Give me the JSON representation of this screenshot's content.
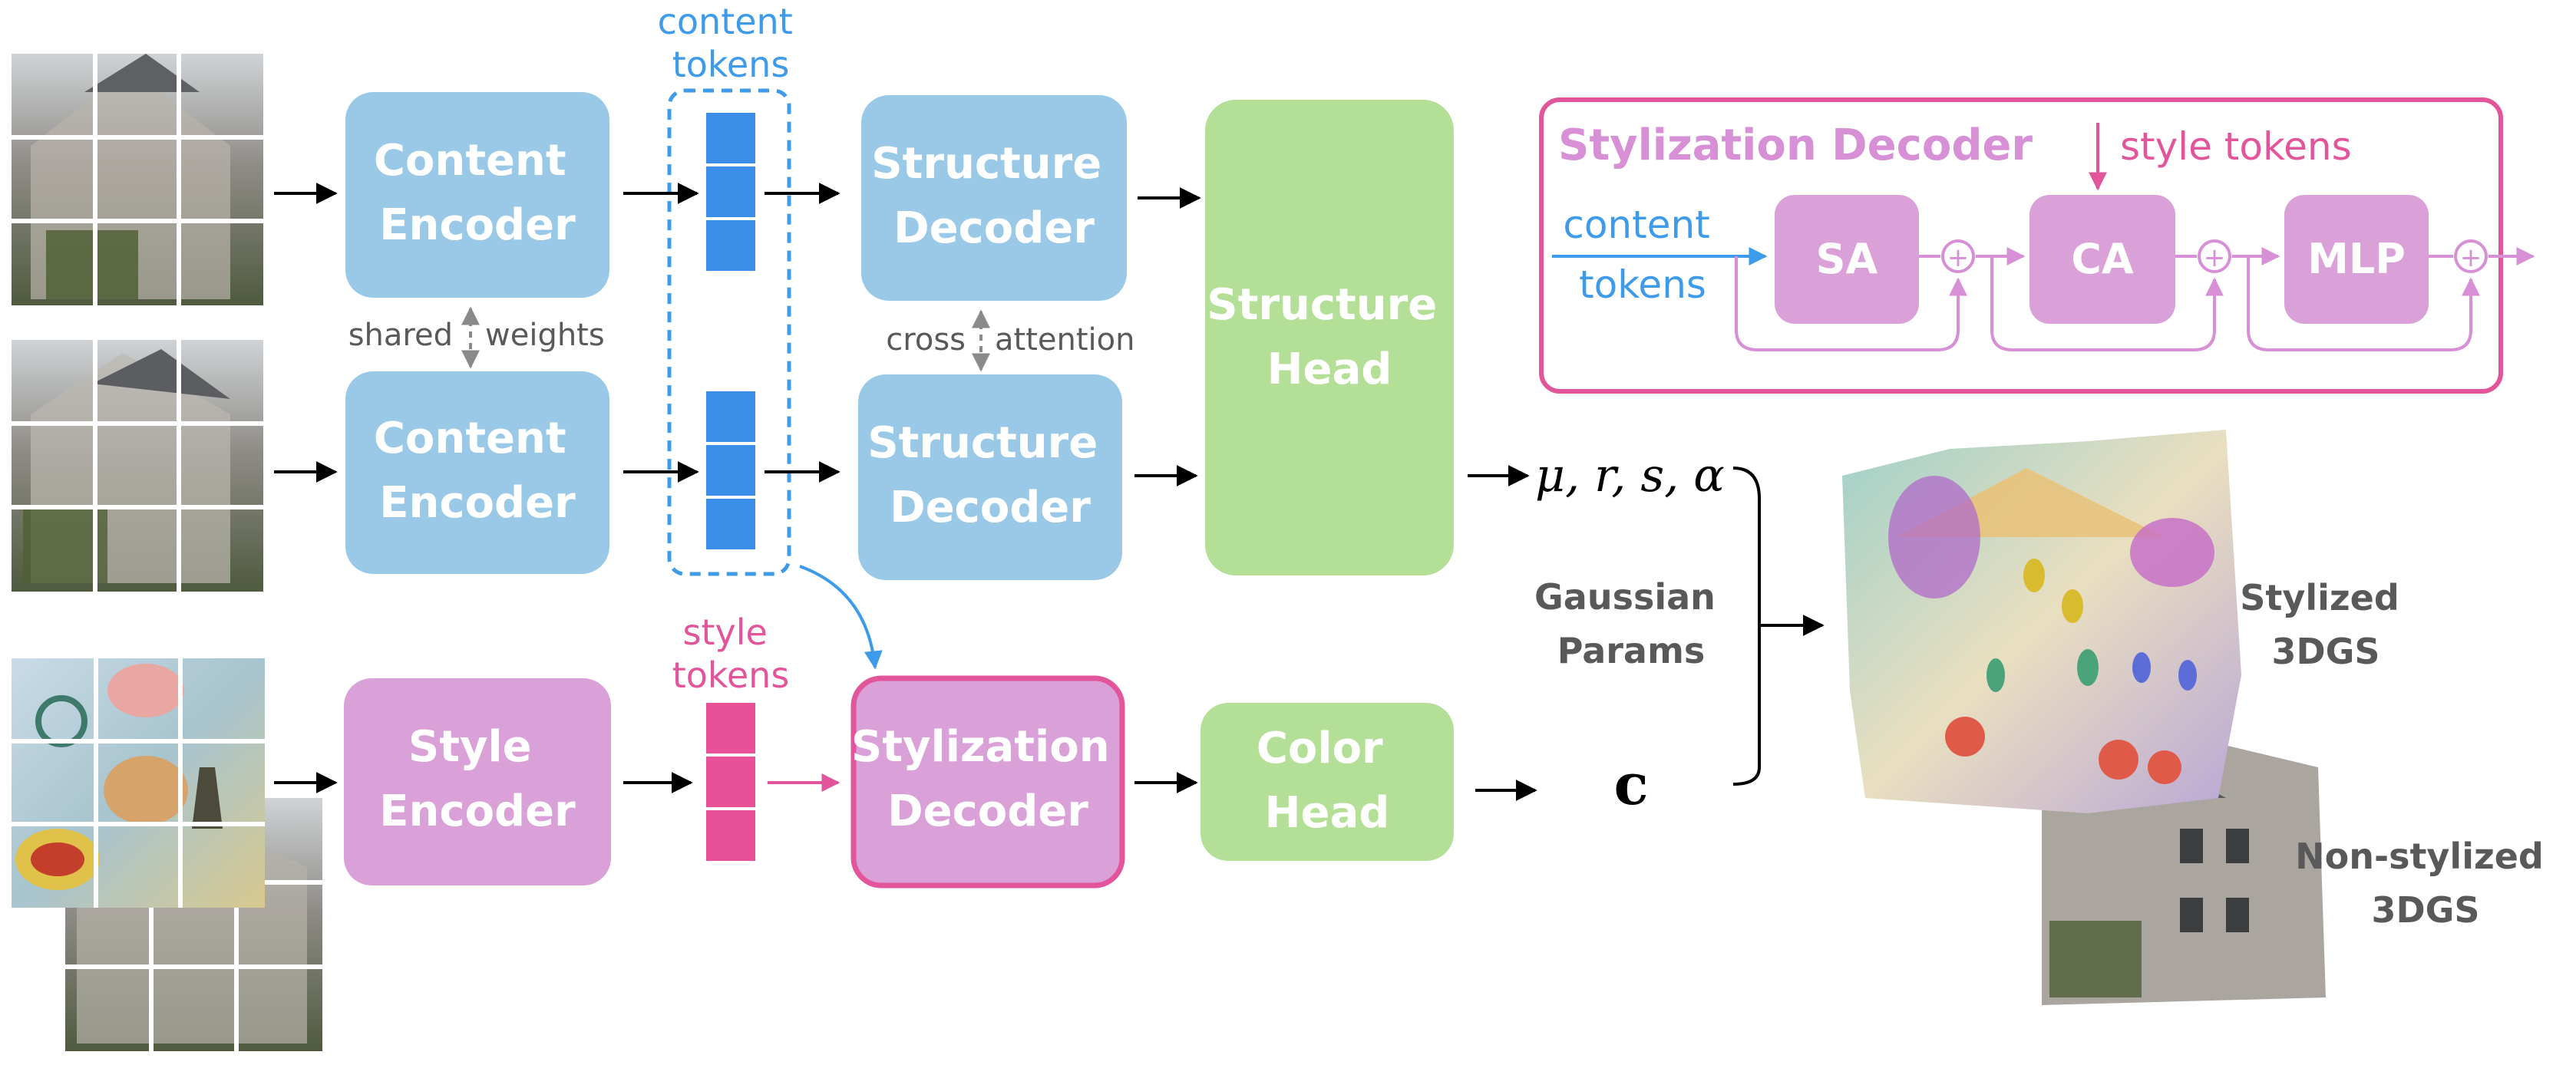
{
  "colors": {
    "blue_box": "#99c9e6",
    "blue_accent": "#3d9be9",
    "blue_token": "#3b8fe8",
    "pink_box": "#daa0d8",
    "pink_accent": "#e2559b",
    "pink_token": "#e8509a",
    "green_box": "#b4df97",
    "gray_text": "#595959",
    "arrow": "#000000"
  },
  "encoders": {
    "content_encoder_1": "Content\nEncoder",
    "content_encoder_2": "Content\nEncoder",
    "style_encoder": "Style\nEncoder",
    "shared": "shared",
    "weights": "weights"
  },
  "tokens": {
    "content_tokens": "content\ntokens",
    "style_tokens": "style\ntokens"
  },
  "decoders": {
    "structure_decoder_1": "Structure\nDecoder",
    "structure_decoder_2": "Structure\nDecoder",
    "stylization_decoder": "Stylization\nDecoder",
    "cross": "cross",
    "attention": "attention"
  },
  "heads": {
    "structure_head": "Structure\nHead",
    "color_head": "Color\nHead"
  },
  "outputs": {
    "gaussian_symbols": "μ, r, s, α",
    "gaussian_params": "Gaussian\nParams",
    "color_symbol": "c",
    "stylized": "Stylized\n3DGS",
    "non_stylized": "Non-stylized\n3DGS"
  },
  "inset": {
    "title": "Stylization Decoder",
    "style_tokens": "style tokens",
    "content_tokens": "content\ntokens",
    "sa": "SA",
    "ca": "CA",
    "mlp": "MLP",
    "plus": "+"
  },
  "icons": {
    "house_view_1": "house-photo-grid-icon",
    "house_view_2": "house-photo-grid-icon",
    "style_image": "painting-grid-icon",
    "house_view_3": "house-photo-grid-icon",
    "stylized_render": "stylized-house-render-icon",
    "non_stylized_render": "house-render-icon"
  }
}
